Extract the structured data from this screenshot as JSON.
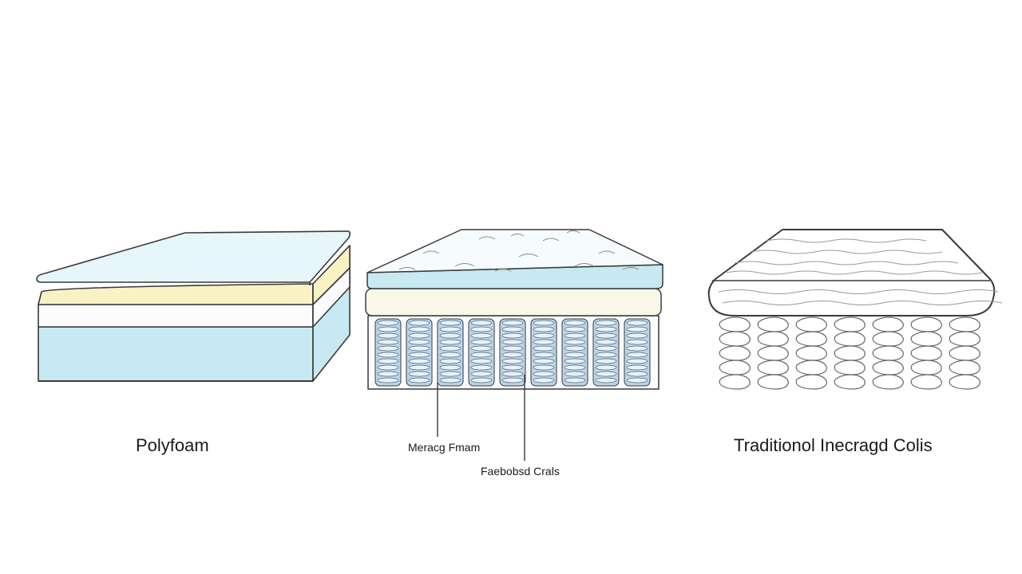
{
  "mattresses": [
    {
      "id": "polyfoam",
      "label": "Polyfoam"
    },
    {
      "id": "hybrid",
      "callouts": [
        "Meracg Fmam",
        "Faebobsd Crals"
      ]
    },
    {
      "id": "innerspring",
      "label": "Traditionol Inecragd Colis"
    }
  ],
  "colors": {
    "outline": "#3a3a3a",
    "light_blue": "#c7e9f1",
    "pale_blue": "#e6f6fa",
    "yellow": "#f8f2c4",
    "cream": "#fbf7e8",
    "coil_blue": "#b9d5ea",
    "background": "#ffffff"
  },
  "icons": [
    "polyfoam-mattress-icon",
    "hybrid-mattress-icon",
    "innerspring-mattress-icon"
  ]
}
